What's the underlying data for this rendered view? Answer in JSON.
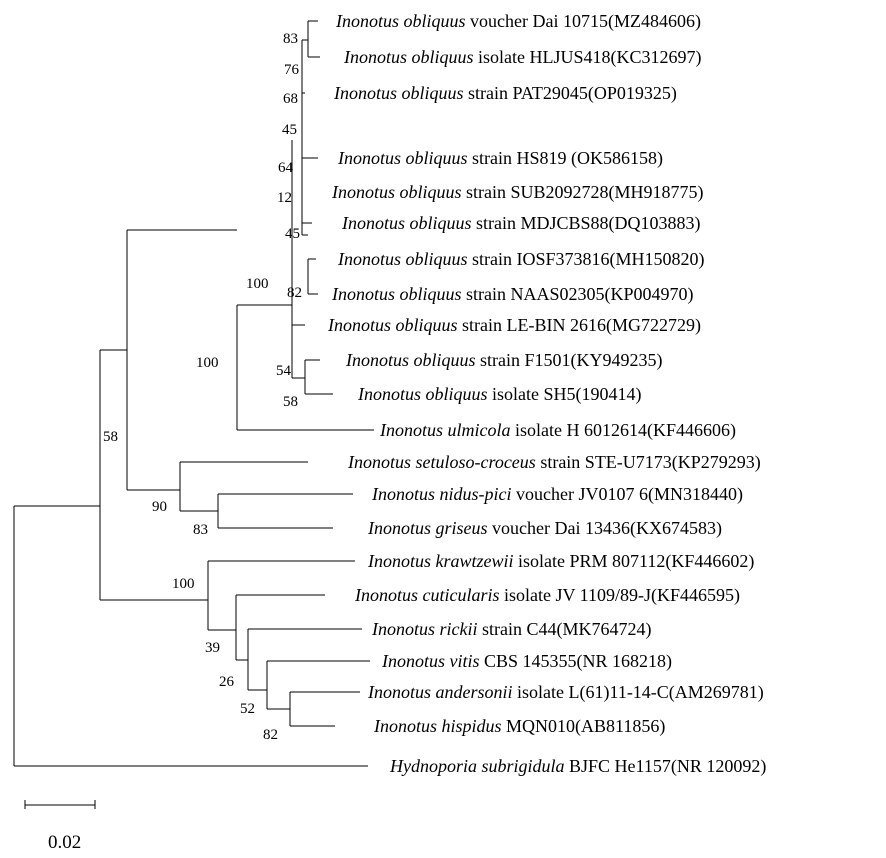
{
  "figure": {
    "taxa": [
      {
        "genus_species": "Inonotus obliquus",
        "rest": "voucher Dai 10715(MZ484606)"
      },
      {
        "genus_species": "Inonotus obliquus",
        "rest": "isolate HLJUS418(KC312697)"
      },
      {
        "genus_species": "Inonotus obliquus",
        "rest": "strain PAT29045(OP019325)"
      },
      {
        "genus_species": "Inonotus obliquus",
        "rest": "strain HS819 (OK586158)"
      },
      {
        "genus_species": "Inonotus obliquus",
        "rest": "strain SUB2092728(MH918775)"
      },
      {
        "genus_species": "Inonotus obliquus",
        "rest": "strain MDJCBS88(DQ103883)"
      },
      {
        "genus_species": "Inonotus obliquus",
        "rest": "strain IOSF373816(MH150820)"
      },
      {
        "genus_species": "Inonotus obliquus",
        "rest": "strain NAAS02305(KP004970)"
      },
      {
        "genus_species": "Inonotus obliquus",
        "rest": "strain LE-BIN 2616(MG722729)"
      },
      {
        "genus_species": "Inonotus obliquus",
        "rest": "strain F1501(KY949235)"
      },
      {
        "genus_species": "Inonotus obliquus",
        "rest": "isolate SH5(190414)"
      },
      {
        "genus_species": "Inonotus ulmicola",
        "rest": "isolate H 6012614(KF446606)"
      },
      {
        "genus_species": "Inonotus setuloso-croceus",
        "rest": "strain STE-U7173(KP279293)"
      },
      {
        "genus_species": "Inonotus nidus-pici",
        "rest": "voucher JV0107 6(MN318440)"
      },
      {
        "genus_species": "Inonotus griseus",
        "rest": "voucher Dai 13436(KX674583)"
      },
      {
        "genus_species": "Inonotus krawtzewii",
        "rest": "isolate PRM 807112(KF446602)"
      },
      {
        "genus_species": "Inonotus cuticularis",
        "rest": "isolate JV 1109/89-J(KF446595)"
      },
      {
        "genus_species": "Inonotus rickii",
        "rest": "strain C44(MK764724)"
      },
      {
        "genus_species": "Inonotus vitis",
        "rest": "CBS 145355(NR 168218)"
      },
      {
        "genus_species": "Inonotus andersonii",
        "rest": "isolate L(61)11-14-C(AM269781)"
      },
      {
        "genus_species": "Inonotus hispidus",
        "rest": "MQN010(AB811856)"
      },
      {
        "genus_species": "Hydnoporia subrigidula",
        "rest": "BJFC He1157(NR 120092)"
      }
    ],
    "bootstrap": [
      "83",
      "76",
      "68",
      "45",
      "64",
      "12",
      "45",
      "100",
      "82",
      "54",
      "58",
      "100",
      "58",
      "90",
      "83",
      "100",
      "39",
      "26",
      "52",
      "82"
    ],
    "scale_bar": {
      "length": 0.02,
      "label": "0.02"
    }
  }
}
